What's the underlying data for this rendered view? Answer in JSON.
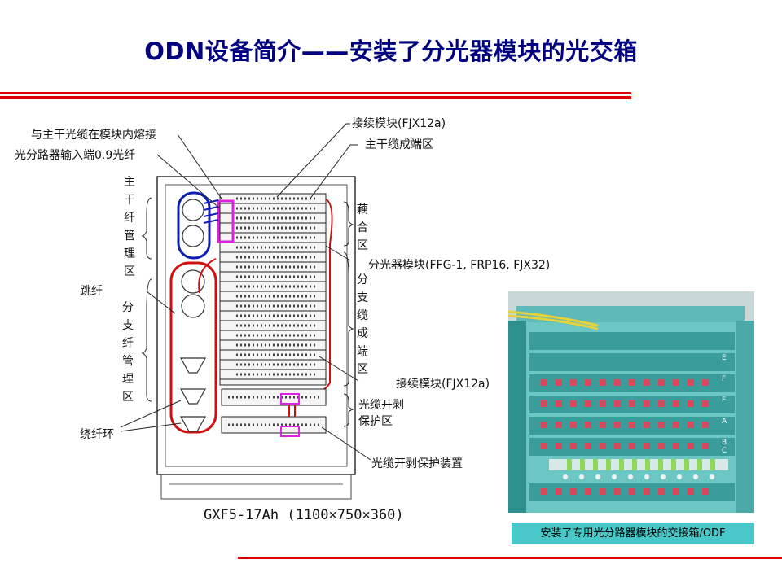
{
  "header": {
    "title": "ODN设备简介——安装了分光器模块的光交箱"
  },
  "diagram": {
    "labels": {
      "fusion_splice": "与主干光缆在模块内熔接",
      "splitter_input": "光分路器输入端0.9光纤",
      "splice_module_top": "接续模块(FJX12a)",
      "trunk_termination": "主干缆成端区",
      "coupling_zone": [
        "藕",
        "合",
        "区"
      ],
      "trunk_fiber_mgmt": [
        "主",
        "干",
        "纤",
        "管",
        "理",
        "区"
      ],
      "splitter_module": "分光器模块(FFG-1, FRP16, FJX32)",
      "jumper": "跳纤",
      "branch_fiber_mgmt": [
        "分",
        "支",
        "纤",
        "管",
        "理",
        "区"
      ],
      "branch_termination": [
        "分",
        "支",
        "缆",
        "成",
        "端",
        "区"
      ],
      "splice_module_bottom": "接续模块(FJX12a)",
      "cable_strip_zone": [
        "光缆开剥",
        "保护区"
      ],
      "winding_ring": "绕纤环",
      "strip_protector": "光缆开剥保护装置",
      "model": "GXF5-17Ah (1100×750×360)"
    }
  },
  "photo": {
    "row_letters": [
      "E",
      "F",
      "F",
      "A",
      "B",
      "C"
    ],
    "caption": "安装了专用光分路器模块的交接箱/ODF"
  },
  "colors": {
    "title": "#000080",
    "rule": "#e00000",
    "photo_bg": "#5ab8b6",
    "caption_bg": "#48c8c8"
  }
}
